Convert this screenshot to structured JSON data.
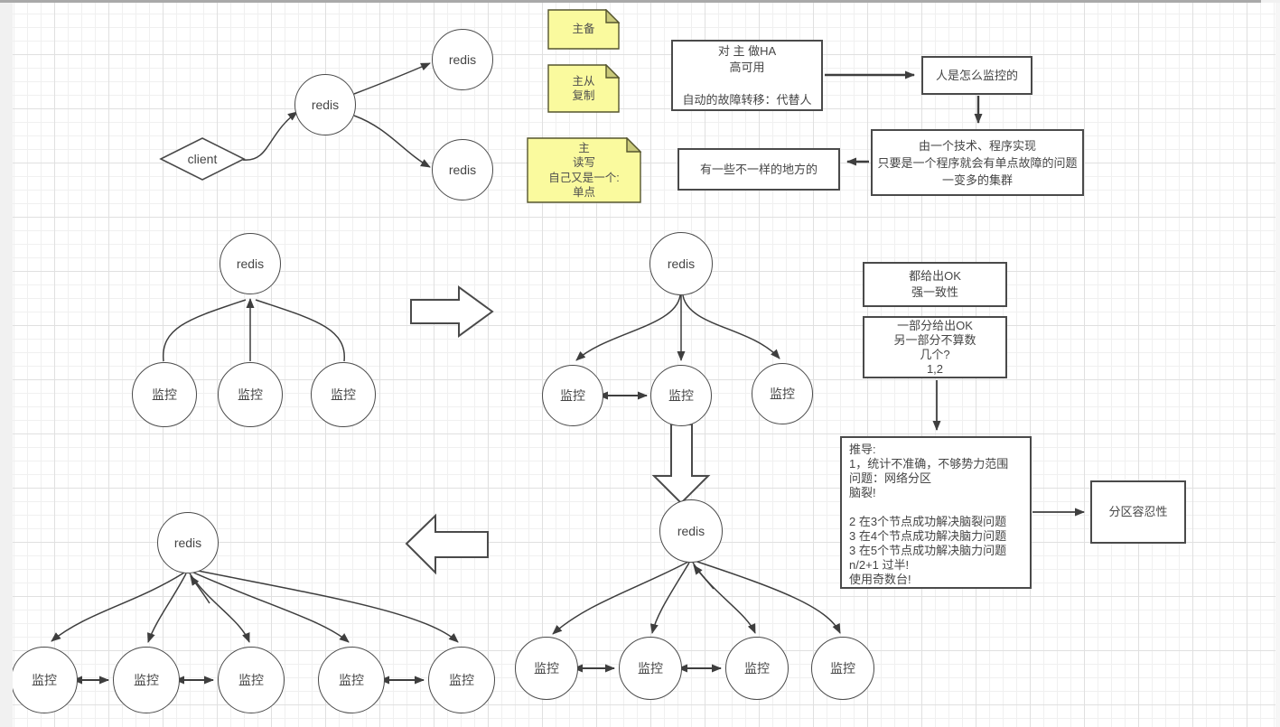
{
  "canvas": {
    "stroke_color": "#4a4a4a",
    "grid_minor_color": "#f0f0f0",
    "grid_major_color": "#e0e0e0",
    "note_fill": "#fafa9e",
    "note_fold_fill": "#c9c97a",
    "scrollbar_thumb": "#a9a9a9",
    "side_panel": "#f1f1f1"
  },
  "labels": {
    "client": "client",
    "redis": "redis",
    "monitor": "监控"
  },
  "notes": {
    "primary_backup": "主备",
    "master_slave": "主从\n复制",
    "single_point": "主\n读写\n自己又是一个:\n单点"
  },
  "boxes": {
    "ha": "对 主 做HA\n高可用\n\n自动的故障转移：代替人",
    "how_monitor": "人是怎么监控的",
    "tech": "由一个技术、程序实现\n只要是一个程序就会有单点故障的问题\n一变多的集群",
    "different": "有一些不一样的地方的",
    "all_ok": "都给出OK\n强一致性",
    "partial_ok": "一部分给出OK\n另一部分不算数\n几个?\n1,2",
    "derivation": "推导:\n1，统计不准确，不够势力范围\n问题：网络分区\n脑裂!\n\n2 在3个节点成功解决脑裂问题\n3 在4个节点成功解决脑力问题\n3 在5个节点成功解决脑力问题\nn/2+1   过半!\n使用奇数台!",
    "partition": "分区容忍性"
  }
}
